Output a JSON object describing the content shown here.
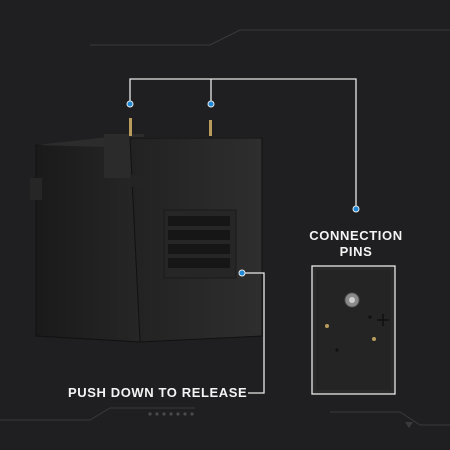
{
  "labels": {
    "connection_line1": "CONNECTION",
    "connection_line2": "PINS",
    "push_down": "PUSH DOWN TO RELEASE"
  },
  "colors": {
    "background": "#1f1f21",
    "callout_line": "#e8e8e8",
    "callout_dot": "#1e88d6",
    "product_body": "#2a2a2a",
    "label_text": "#f4f4f4"
  },
  "icons": {
    "plus_marking": "plus-icon"
  }
}
